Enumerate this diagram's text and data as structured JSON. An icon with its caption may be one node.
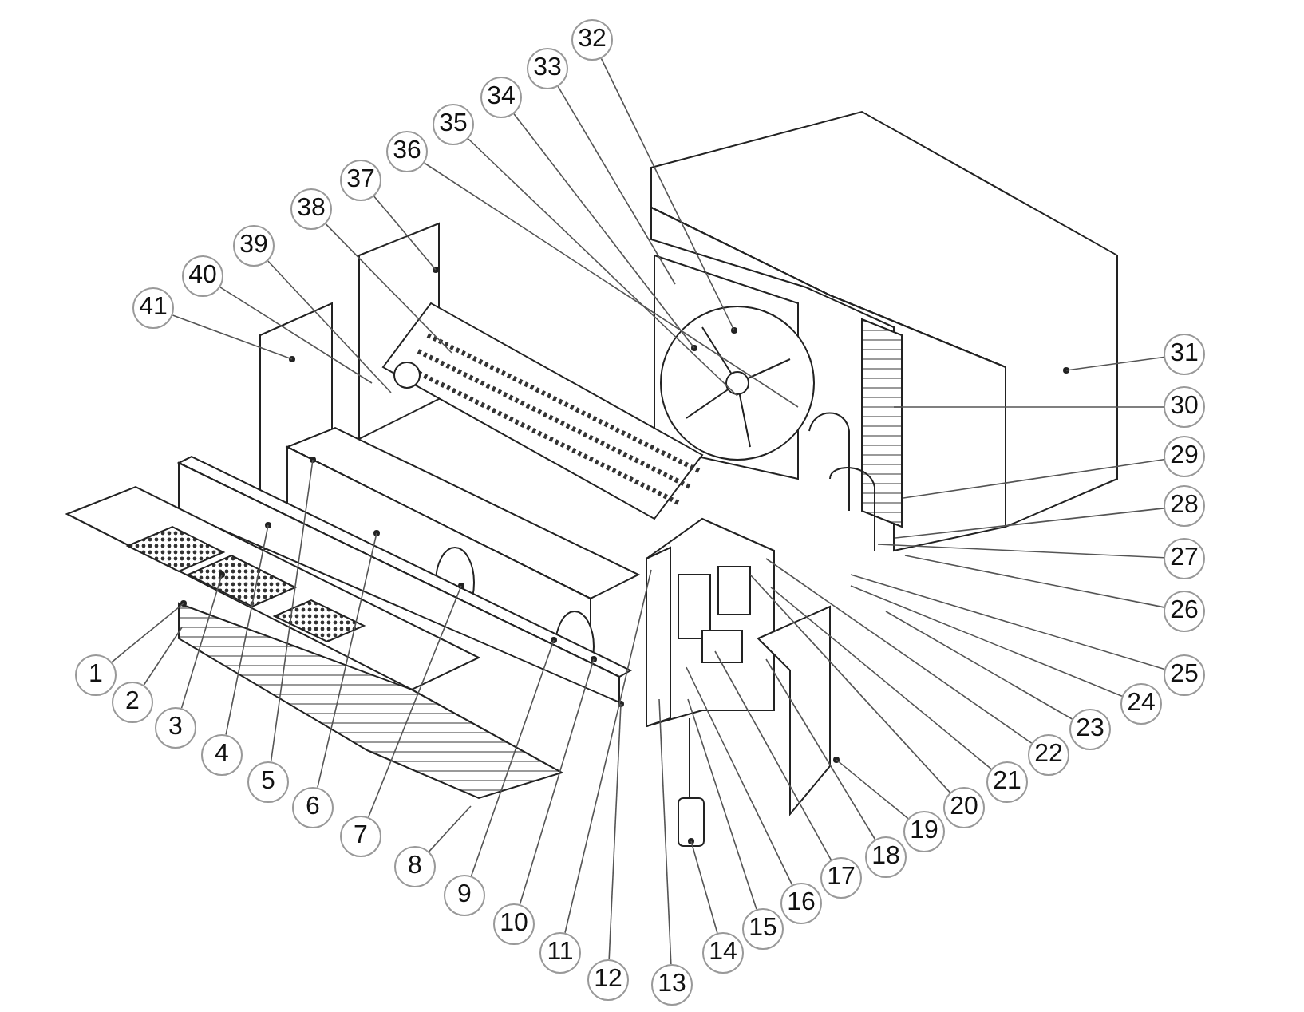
{
  "diagram": {
    "nodes": [
      {
        "text": [
          "1"
        ]
      },
      {
        "text": [
          "2"
        ]
      },
      {
        "text": [
          "3"
        ]
      },
      {
        "text": [
          "4"
        ]
      },
      {
        "text": [
          "5"
        ]
      },
      {
        "text": [
          "6"
        ]
      },
      {
        "text": [
          "7"
        ]
      },
      {
        "text": [
          "8"
        ]
      },
      {
        "text": [
          "9"
        ]
      },
      {
        "text": [
          "10"
        ]
      },
      {
        "text": [
          "11"
        ]
      },
      {
        "text": [
          "12"
        ]
      },
      {
        "text": [
          "13"
        ]
      },
      {
        "text": [
          "14"
        ]
      },
      {
        "text": [
          "15"
        ]
      },
      {
        "text": [
          "16"
        ]
      },
      {
        "text": [
          "17"
        ]
      },
      {
        "text": [
          "18"
        ]
      },
      {
        "text": [
          "19"
        ]
      },
      {
        "text": [
          "20"
        ]
      },
      {
        "text": [
          "21"
        ]
      },
      {
        "text": [
          "22"
        ]
      },
      {
        "text": [
          "23"
        ]
      },
      {
        "text": [
          "24"
        ]
      },
      {
        "text": [
          "25"
        ]
      },
      {
        "text": [
          "26"
        ]
      },
      {
        "text": [
          "27"
        ]
      },
      {
        "text": [
          "28"
        ]
      },
      {
        "text": [
          "29"
        ]
      },
      {
        "text": [
          "30"
        ]
      },
      {
        "text": [
          "31"
        ]
      },
      {
        "text": [
          "32"
        ]
      },
      {
        "text": [
          "33"
        ]
      },
      {
        "text": [
          "34"
        ]
      },
      {
        "text": [
          "35"
        ]
      },
      {
        "text": [
          "36"
        ]
      },
      {
        "text": [
          "37"
        ]
      },
      {
        "text": [
          "38"
        ]
      },
      {
        "text": [
          "39"
        ]
      },
      {
        "text": [
          "40"
        ]
      },
      {
        "text": [
          "41"
        ]
      }
    ],
    "edges": [
      {
        "from": 0,
        "to": null,
        "arrow": "none"
      },
      {
        "from": 1,
        "to": null,
        "arrow": "none"
      },
      {
        "from": 2,
        "to": null,
        "arrow": "none"
      },
      {
        "from": 3,
        "to": null,
        "arrow": "none"
      },
      {
        "from": 4,
        "to": null,
        "arrow": "none"
      },
      {
        "from": 5,
        "to": null,
        "arrow": "none"
      },
      {
        "from": 6,
        "to": null,
        "arrow": "none"
      },
      {
        "from": 7,
        "to": null,
        "arrow": "none"
      },
      {
        "from": 8,
        "to": null,
        "arrow": "none"
      },
      {
        "from": 9,
        "to": null,
        "arrow": "none"
      },
      {
        "from": 10,
        "to": null,
        "arrow": "none"
      },
      {
        "from": 11,
        "to": null,
        "arrow": "none"
      },
      {
        "from": 12,
        "to": null,
        "arrow": "none"
      },
      {
        "from": 13,
        "to": null,
        "arrow": "none"
      },
      {
        "from": 14,
        "to": null,
        "arrow": "none"
      },
      {
        "from": 15,
        "to": null,
        "arrow": "none"
      },
      {
        "from": 16,
        "to": null,
        "arrow": "none"
      },
      {
        "from": 17,
        "to": null,
        "arrow": "none"
      },
      {
        "from": 18,
        "to": null,
        "arrow": "none"
      },
      {
        "from": 19,
        "to": null,
        "arrow": "none"
      },
      {
        "from": 20,
        "to": null,
        "arrow": "none"
      },
      {
        "from": 21,
        "to": null,
        "arrow": "none"
      },
      {
        "from": 22,
        "to": null,
        "arrow": "none"
      },
      {
        "from": 23,
        "to": null,
        "arrow": "none"
      },
      {
        "from": 24,
        "to": null,
        "arrow": "none"
      },
      {
        "from": 25,
        "to": null,
        "arrow": "none"
      },
      {
        "from": 26,
        "to": null,
        "arrow": "none"
      },
      {
        "from": 27,
        "to": null,
        "arrow": "none"
      },
      {
        "from": 28,
        "to": null,
        "arrow": "none"
      },
      {
        "from": 29,
        "to": null,
        "arrow": "none"
      },
      {
        "from": 30,
        "to": null,
        "arrow": "none"
      },
      {
        "from": 31,
        "to": null,
        "arrow": "none"
      },
      {
        "from": 32,
        "to": null,
        "arrow": "none"
      },
      {
        "from": 33,
        "to": null,
        "arrow": "none"
      },
      {
        "from": 34,
        "to": null,
        "arrow": "none"
      },
      {
        "from": 35,
        "to": null,
        "arrow": "none"
      },
      {
        "from": 36,
        "to": null,
        "arrow": "none"
      },
      {
        "from": 37,
        "to": null,
        "arrow": "none"
      },
      {
        "from": 38,
        "to": null,
        "arrow": "none"
      },
      {
        "from": 39,
        "to": null,
        "arrow": "none"
      },
      {
        "from": 40,
        "to": null,
        "arrow": "none"
      }
    ]
  }
}
